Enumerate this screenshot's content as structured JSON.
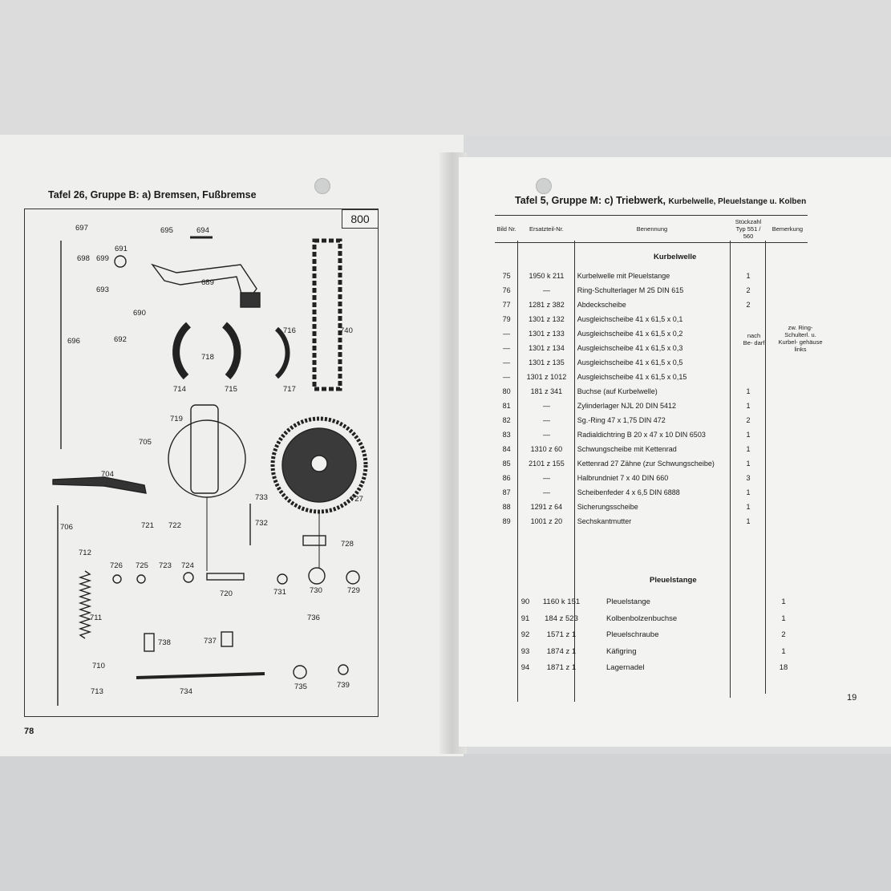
{
  "left_page": {
    "title": "Tafel 26, Gruppe B: a) Bremsen, Fußbremse",
    "plate_number": "800",
    "page_number": "78",
    "parts": [
      "697",
      "698",
      "699",
      "691",
      "695",
      "694",
      "693",
      "689",
      "690",
      "692",
      "696",
      "716",
      "740",
      "718",
      "714",
      "715",
      "717",
      "719",
      "705",
      "704",
      "733",
      "732",
      "727",
      "721",
      "722",
      "706",
      "712",
      "728",
      "726",
      "725",
      "723",
      "724",
      "720",
      "731",
      "730",
      "729",
      "711",
      "736",
      "738",
      "737",
      "710",
      "713",
      "734",
      "735",
      "739"
    ]
  },
  "right_page": {
    "title": "Tafel 5, Gruppe M: c) Triebwerk,",
    "title_small": "Kurbelwelle, Pleuelstange u. Kolben",
    "page_number": "19",
    "headers": {
      "bild": "Bild Nr.",
      "ersatzteil": "Ersatzteil-Nr.",
      "benennung": "Benennung",
      "stueckzahl": "Stückzahl Typ 551 / 560",
      "bemerkung": "Bemerkung"
    },
    "section1": "Kurbelwelle",
    "section2": "Pleuelstange",
    "rows1": [
      {
        "nr": "75",
        "teil": "1950 k 211",
        "name": "Kurbelwelle mit Pleuelstange",
        "qty": "1"
      },
      {
        "nr": "76",
        "teil": "—",
        "name": "Ring-Schulterlager M 25 DIN 615",
        "qty": "2"
      },
      {
        "nr": "77",
        "teil": "1281 z 382",
        "name": "Abdeckscheibe",
        "qty": "2"
      },
      {
        "nr": "79",
        "teil": "1301 z 132",
        "name": "Ausgleichscheibe 41 x 61,5 x 0,1",
        "qty": ""
      },
      {
        "nr": "—",
        "teil": "1301 z 133",
        "name": "Ausgleichscheibe 41 x 61,5 x 0,2",
        "qty": ""
      },
      {
        "nr": "—",
        "teil": "1301 z 134",
        "name": "Ausgleichscheibe 41 x 61,5 x 0,3",
        "qty": ""
      },
      {
        "nr": "—",
        "teil": "1301 z 135",
        "name": "Ausgleichscheibe 41 x 61,5 x 0,5",
        "qty": ""
      },
      {
        "nr": "—",
        "teil": "1301 z 1012",
        "name": "Ausgleichscheibe 41 x 61,5 x 0,15",
        "qty": ""
      },
      {
        "nr": "80",
        "teil": "181 z 341",
        "name": "Buchse (auf Kurbelwelle)",
        "qty": "1"
      },
      {
        "nr": "81",
        "teil": "—",
        "name": "Zylinderlager NJL 20 DIN 5412",
        "qty": "1"
      },
      {
        "nr": "82",
        "teil": "—",
        "name": "Sg.-Ring 47 x 1,75 DIN 472",
        "qty": "2"
      },
      {
        "nr": "83",
        "teil": "—",
        "name": "Radialdichtring B 20 x 47 x 10 DIN 6503",
        "qty": "1"
      },
      {
        "nr": "84",
        "teil": "1310 z 60",
        "name": "Schwungscheibe mit Kettenrad",
        "qty": "1"
      },
      {
        "nr": "85",
        "teil": "2101 z 155",
        "name": "Kettenrad 27 Zähne (zur Schwungscheibe)",
        "qty": "1"
      },
      {
        "nr": "86",
        "teil": "—",
        "name": "Halbrundniet 7 x 40 DIN 660",
        "qty": "3"
      },
      {
        "nr": "87",
        "teil": "—",
        "name": "Scheibenfeder 4 x 6,5 DIN 6888",
        "qty": "1"
      },
      {
        "nr": "88",
        "teil": "1291 z 64",
        "name": "Sicherungsscheibe",
        "qty": "1"
      },
      {
        "nr": "89",
        "teil": "1001 z 20",
        "name": "Sechskantmutter",
        "qty": "1"
      }
    ],
    "rows2": [
      {
        "nr": "90",
        "teil": "1160 k 151",
        "name": "Pleuelstange",
        "qty": "1"
      },
      {
        "nr": "91",
        "teil": "184 z 523",
        "name": "Kolbenbolzenbuchse",
        "qty": "1"
      },
      {
        "nr": "92",
        "teil": "1571 z 1",
        "name": "Pleuelschraube",
        "qty": "2"
      },
      {
        "nr": "93",
        "teil": "1874 z 1",
        "name": "Käfigring",
        "qty": "1"
      },
      {
        "nr": "94",
        "teil": "1871 z 1",
        "name": "Lagernadel",
        "qty": "18"
      }
    ],
    "note_qty": "nach Be- darf",
    "note_remark": "zw. Ring- Schulterl. u. Kurbel- gehäuse links"
  }
}
